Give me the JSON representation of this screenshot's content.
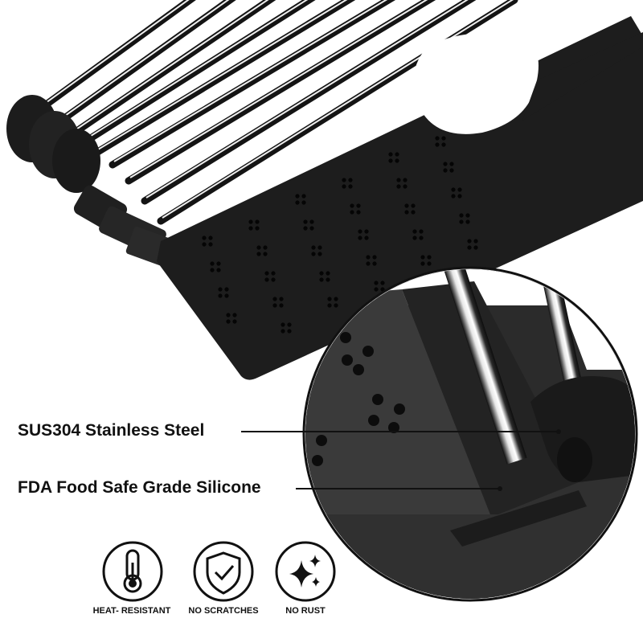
{
  "callouts": {
    "steel": "SUS304 Stainless Steel",
    "silicone": "FDA Food Safe Grade Silicone"
  },
  "features": [
    {
      "icon": "thermometer-icon",
      "label": "HEAT- RESISTANT"
    },
    {
      "icon": "shield-check-icon",
      "label": "NO SCRATCHES"
    },
    {
      "icon": "sparkle-icon",
      "label": "NO RUST"
    }
  ],
  "colors": {
    "product": "#1d1d1d",
    "rod_highlight": "#f2f2f2",
    "text": "#111111",
    "background": "#ffffff"
  }
}
